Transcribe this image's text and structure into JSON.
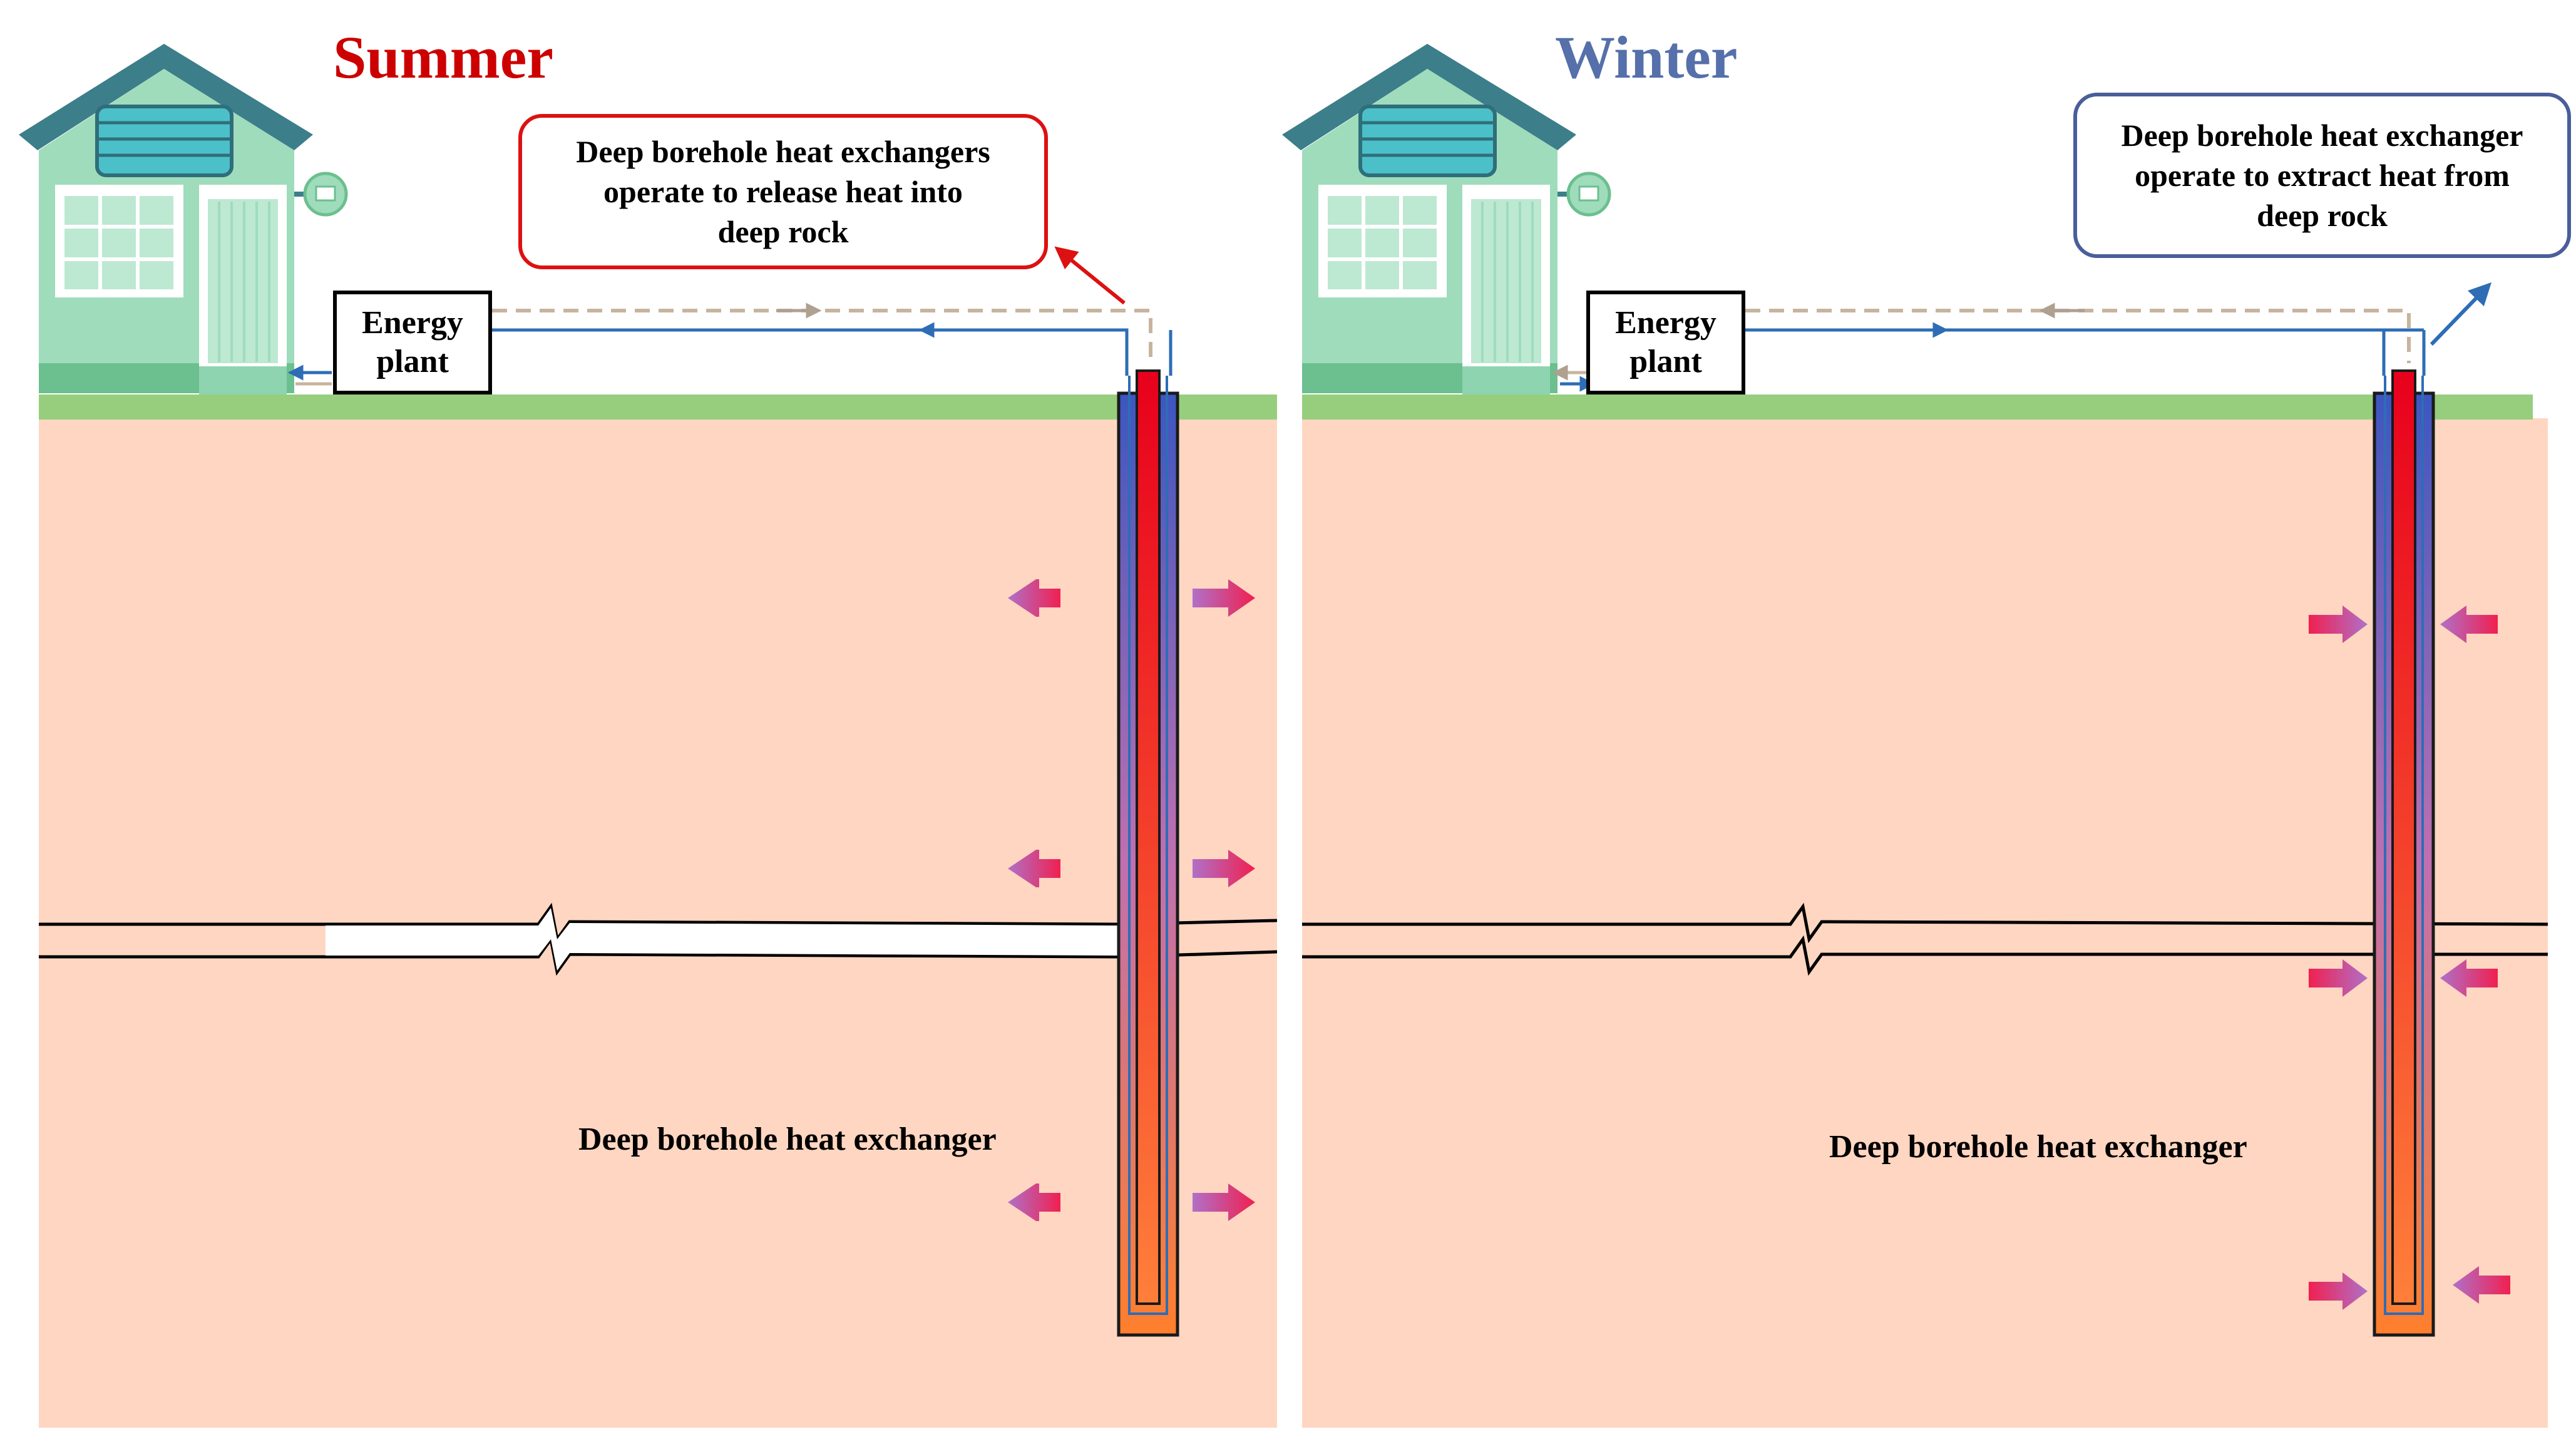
{
  "colors": {
    "summer_title": "#cc0000",
    "winter_title": "#5570aa",
    "soil": "#ffd6c1",
    "grass": "#96ce7e",
    "summer_callout_border": "#dd1111",
    "winter_callout_border": "#4a5e9a",
    "pipe_blue": "#2e6db6",
    "pipe_beige": "#c8b49e",
    "inner_pipe_red": "#e8001c",
    "borehole_top": "#3c56c0",
    "borehole_bottom": "#ff7f2c",
    "house_wall": "#9fdcbc",
    "house_roof": "#3c7e8a"
  },
  "summer": {
    "title": "Summer",
    "callout": "Deep borehole heat exchangers\noperate to release heat into\ndeep rock",
    "energy_plant": "Energy\nplant",
    "borehole_label": "Deep borehole heat exchanger",
    "heat_flow": "outward"
  },
  "winter": {
    "title": "Winter",
    "callout": "Deep borehole heat exchanger\noperate to extract heat from\ndeep rock",
    "energy_plant": "Energy\nplant",
    "borehole_label": "Deep borehole heat exchanger",
    "heat_flow": "inward"
  }
}
